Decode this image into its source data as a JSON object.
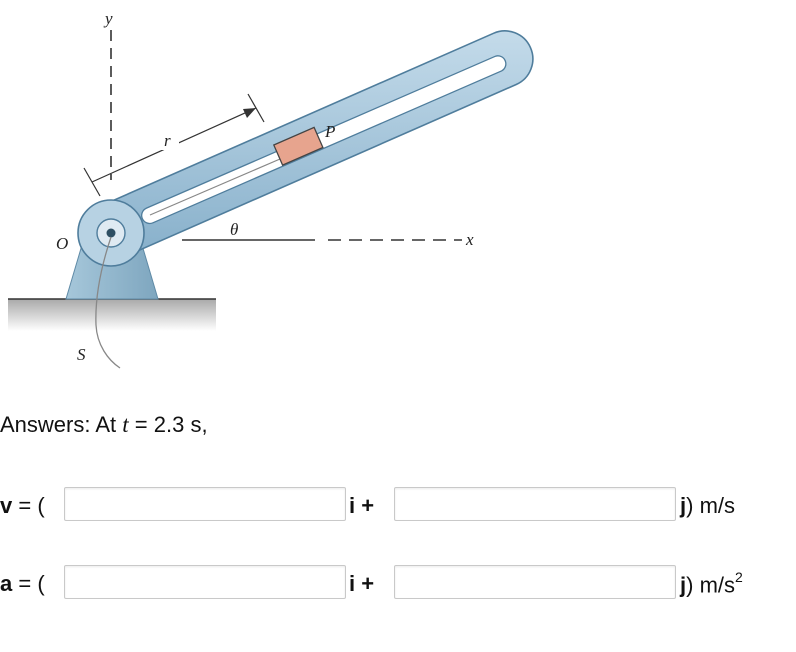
{
  "figure": {
    "labels": {
      "y": "y",
      "x": "x",
      "r": "r",
      "P": "P",
      "theta": "θ",
      "O": "O",
      "S": "S"
    }
  },
  "answers": {
    "prefix": "Answers: At ",
    "t_symbol": "t",
    "condition": " = 2.3 s,"
  },
  "velocity": {
    "symbol": "v",
    "open": " = (",
    "i_label": "i +",
    "j_label": "j",
    "unit": ") m/s",
    "i_value": "",
    "j_value": ""
  },
  "acceleration": {
    "symbol": "a",
    "open": " = (",
    "i_label": "i +",
    "j_label": "j",
    "unit": ") m/s",
    "unit_exp": "2",
    "i_value": "",
    "j_value": ""
  },
  "colors": {
    "arm_fill": "#9fc3dc",
    "arm_stroke": "#4f7d9c",
    "slider_fill": "#e7a48e",
    "base_fill": "#8fb5cc",
    "ground": "#b7b7b7"
  }
}
